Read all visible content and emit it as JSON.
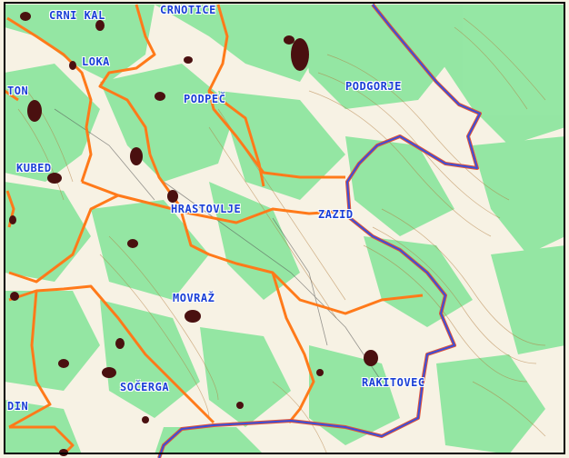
{
  "map": {
    "colors": {
      "land": "#f7f2e4",
      "forest": "#8fe6a0",
      "contour": "#b07a3c",
      "municipal_border": "#ff7a1a",
      "state_border_outer": "#e0553a",
      "state_border_inner": "#3b4fd9",
      "settlement": "#4a1010",
      "label": "#1a3fd6",
      "frame": "#000000"
    },
    "labels": {
      "crni_kal": "CRNI KAL",
      "crnotice": "CRNOTICE",
      "loka": "LOKA",
      "ton": "TON",
      "podpec": "PODPEČ",
      "podgorje": "PODGORJE",
      "kubed": "KUBED",
      "hrastovlje": "HRASTOVLJE",
      "zazid": "ZAZID",
      "movraz": "MOVRAŽ",
      "socerga": "SOČERGA",
      "rakitovec": "RAKITOVEC",
      "din": "DIN"
    }
  }
}
